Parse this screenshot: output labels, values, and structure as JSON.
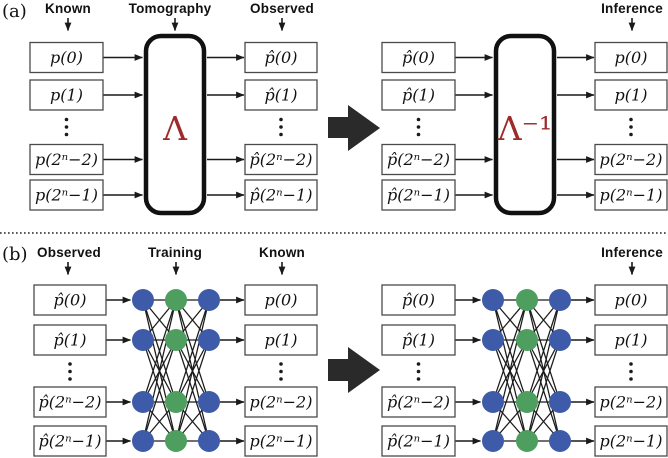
{
  "panel_a": {
    "tag": "(a)",
    "header_known": "Known",
    "header_tomography": "Tomography",
    "header_observed": "Observed",
    "header_inference": "Inference",
    "operator": "Λ",
    "operator_inverse": "Λ⁻¹"
  },
  "panel_b": {
    "tag": "(b)",
    "header_observed": "Observed",
    "header_training": "Training",
    "header_known": "Known",
    "header_inference": "Inference"
  },
  "values": {
    "p": [
      "p(0)",
      "p(1)",
      "p(2ⁿ−2)",
      "p(2ⁿ−1)"
    ],
    "p_hat": [
      "p̂(0)",
      "p̂(1)",
      "p̂(2ⁿ−2)",
      "p̂(2ⁿ−1)"
    ],
    "vertical_dots": "⋮"
  },
  "colors": {
    "operator_red": "#9e2b2b",
    "node_blue": "#3e5ba9",
    "node_green": "#4d9e5f",
    "arrow_dark": "#2a2a2a",
    "line_black": "#1a1a1a"
  }
}
